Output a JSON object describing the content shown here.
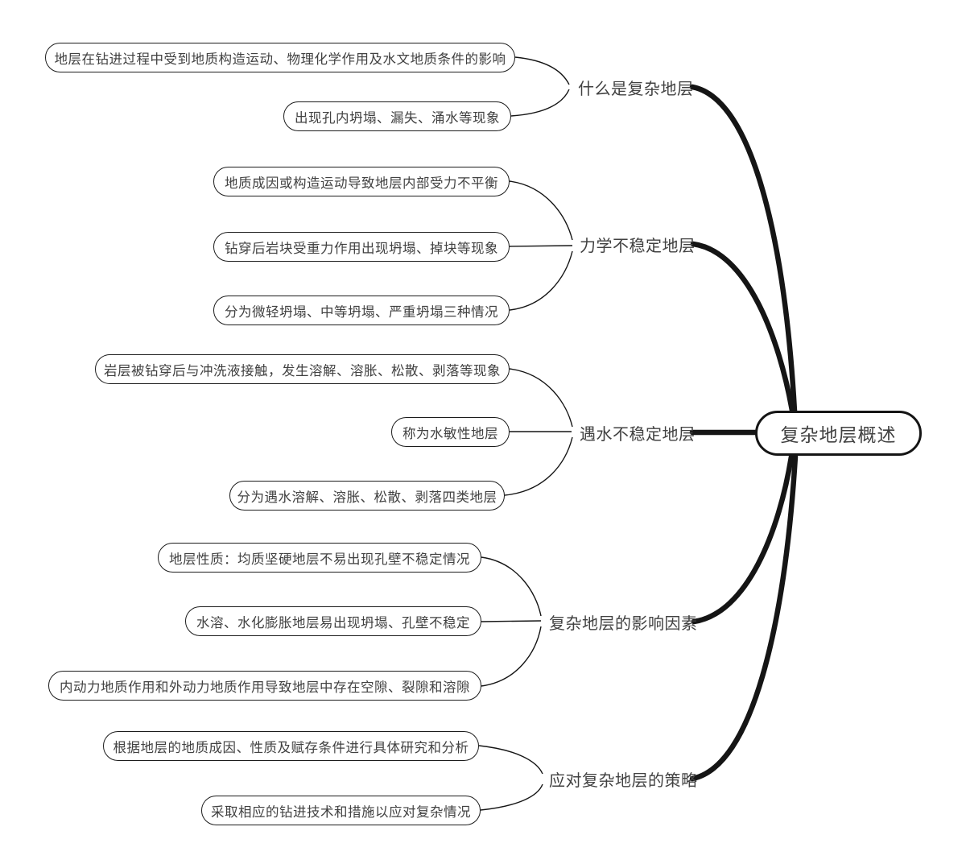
{
  "title": "复杂地层概述思维导图",
  "colors": {
    "line": "#151515",
    "text": "#414141",
    "node_border": "#1c1c1c",
    "node_bg": "#ffffff",
    "background": "#ffffff"
  },
  "root": {
    "label": "复杂地层概述"
  },
  "branches": [
    {
      "label": "什么是复杂地层",
      "children": [
        "地层在钻进过程中受到地质构造运动、物理化学作用及水文地质条件的影响",
        "出现孔内坍塌、漏失、涌水等现象"
      ]
    },
    {
      "label": "力学不稳定地层",
      "children": [
        "地质成因或构造运动导致地层内部受力不平衡",
        "钻穿后岩块受重力作用出现坍塌、掉块等现象",
        "分为微轻坍塌、中等坍塌、严重坍塌三种情况"
      ]
    },
    {
      "label": "遇水不稳定地层",
      "children": [
        "岩层被钻穿后与冲洗液接触，发生溶解、溶胀、松散、剥落等现象",
        "称为水敏性地层",
        "分为遇水溶解、溶胀、松散、剥落四类地层"
      ]
    },
    {
      "label": "复杂地层的影响因素",
      "children": [
        "地层性质：均质坚硬地层不易出现孔壁不稳定情况",
        "水溶、水化膨胀地层易出现坍塌、孔壁不稳定",
        "内动力地质作用和外动力地质作用导致地层中存在空隙、裂隙和溶隙"
      ]
    },
    {
      "label": "应对复杂地层的策略",
      "children": [
        "根据地层的地质成因、性质及赋存条件进行具体研究和分析",
        "采取相应的钻进技术和措施以应对复杂情况"
      ]
    }
  ]
}
